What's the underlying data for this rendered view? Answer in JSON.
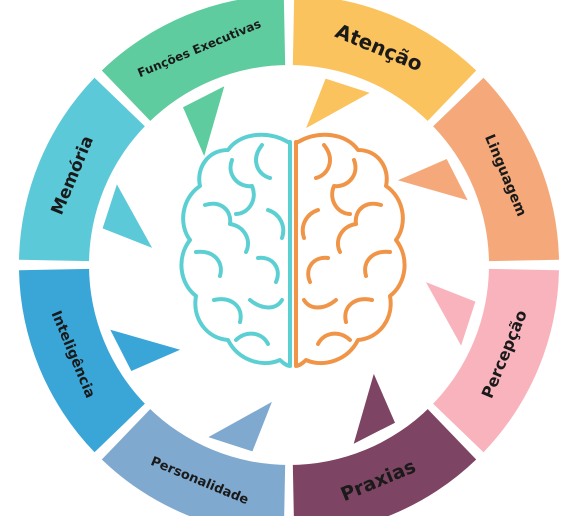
{
  "segments": [
    {
      "label": "Atenção",
      "color": "#FBC35D"
    },
    {
      "label": "Linguagem",
      "color": "#F5A97A"
    },
    {
      "label": "Percepção",
      "color": "#F9B3BD"
    },
    {
      "label": "Praxias",
      "color": "#7E4463"
    },
    {
      "label": "Personalidade",
      "color": "#7FA9CF"
    },
    {
      "label": "Inteligência",
      "color": "#3AA6D8"
    },
    {
      "label": "Memória",
      "color": "#5CC9D9"
    },
    {
      "label": "Funções Executivas",
      "color": "#5ECC9E"
    }
  ],
  "brain": {
    "left_color": "#5CCFD2",
    "right_color": "#F09547"
  }
}
